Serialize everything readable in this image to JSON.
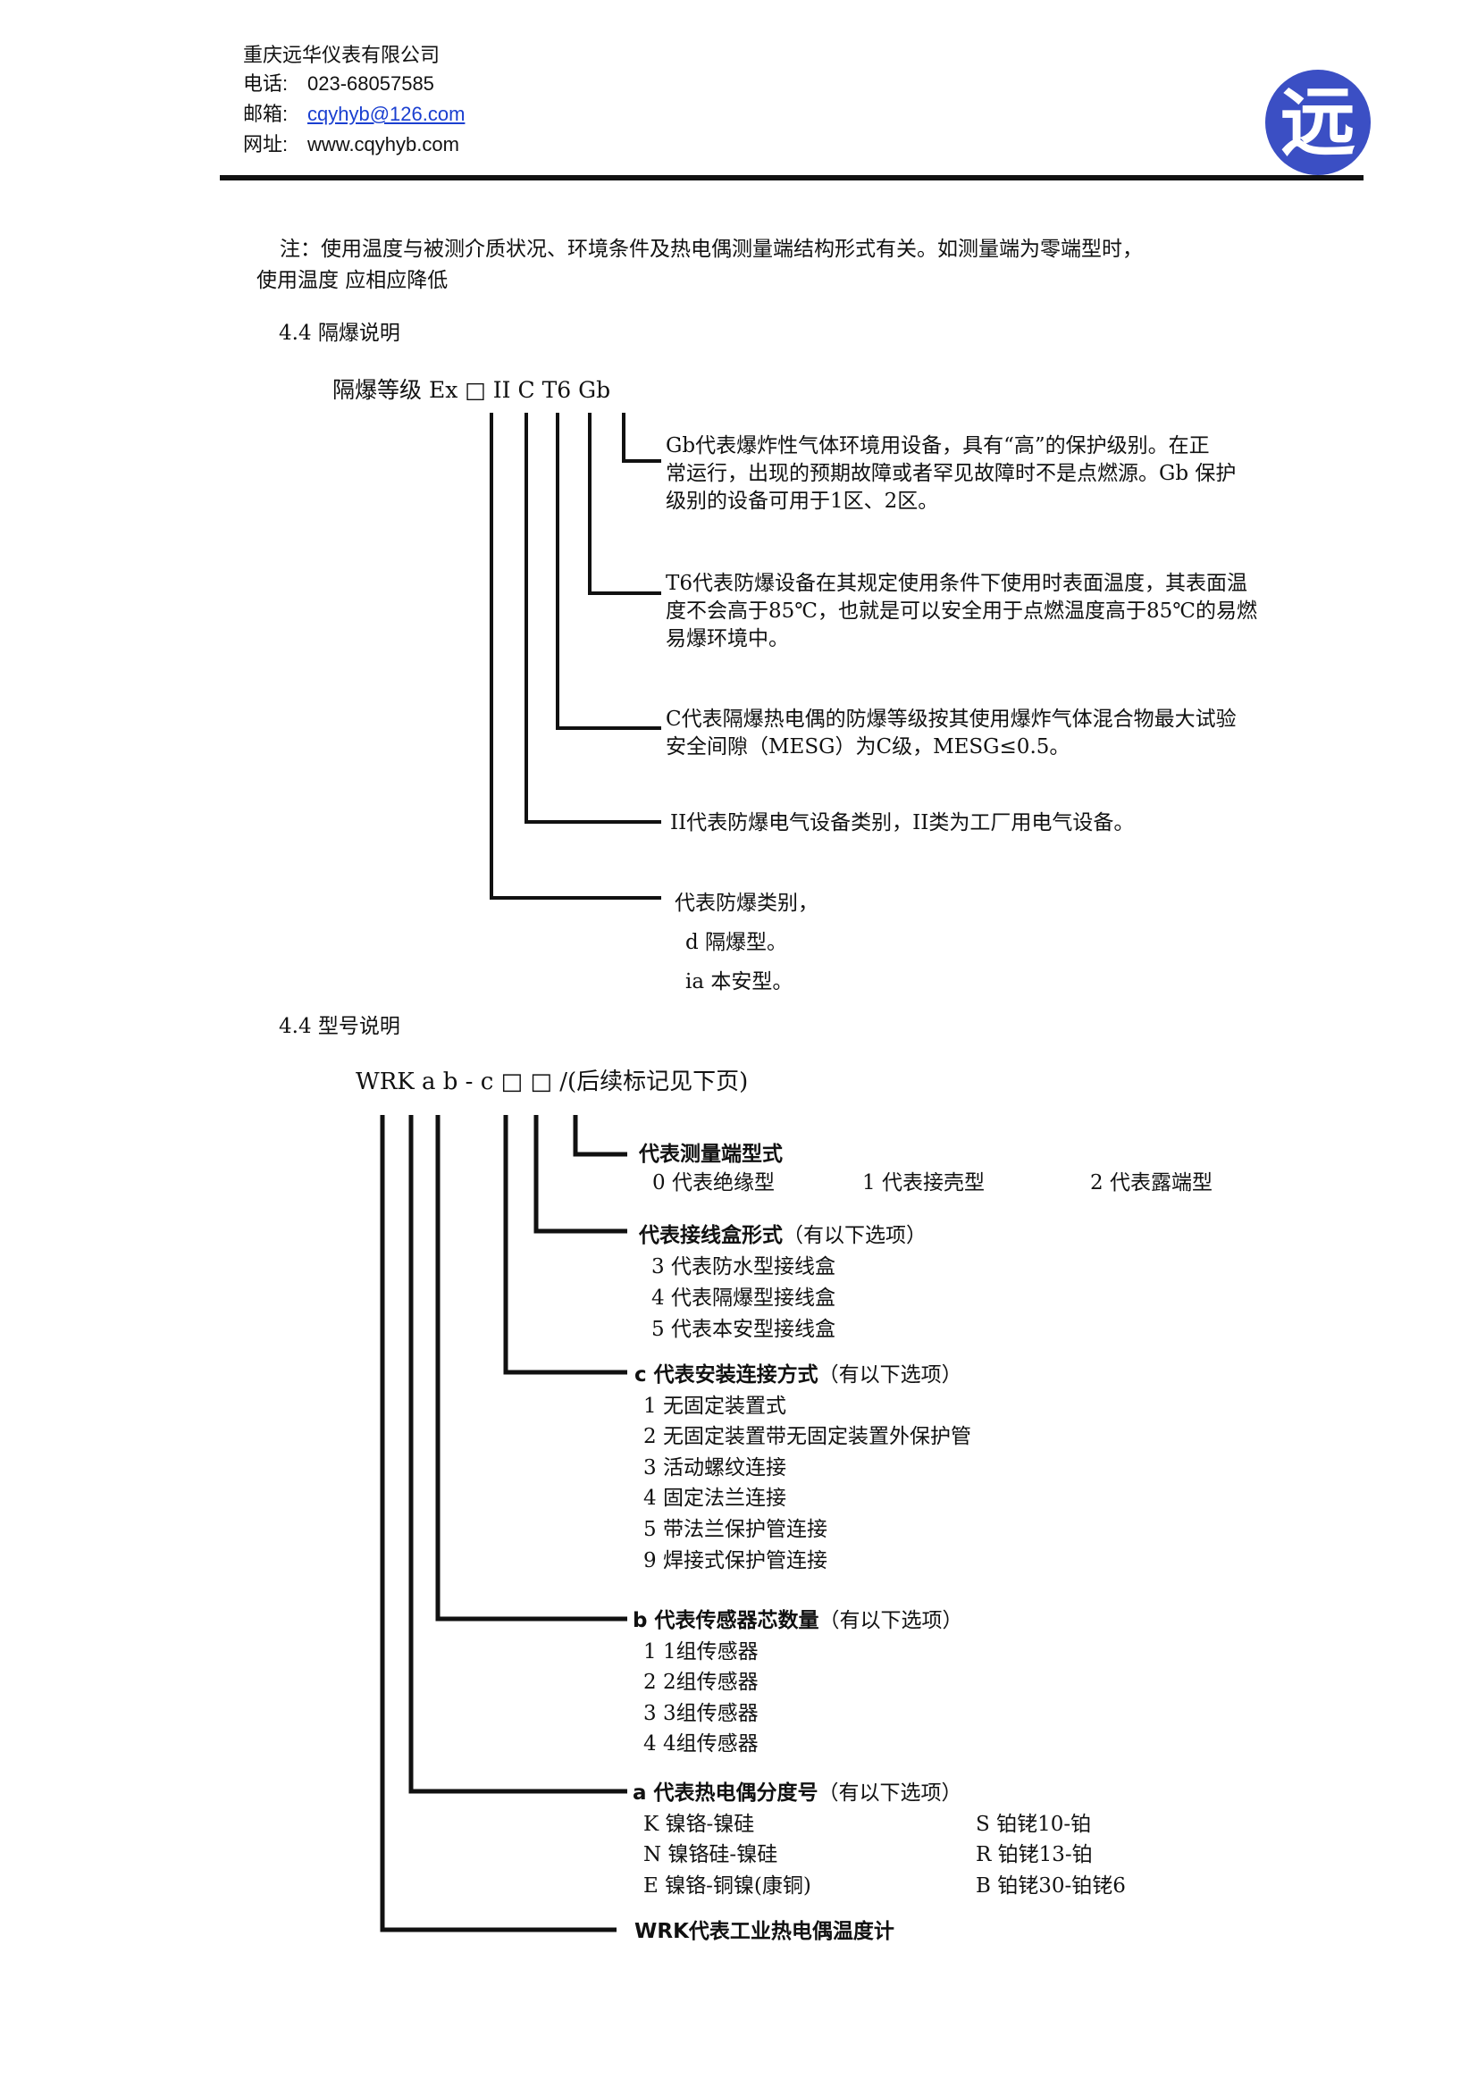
{
  "header": {
    "company": "重庆远华仪表有限公司",
    "phone_label": "电话:",
    "phone": "023-68057585",
    "email_label": "邮箱:",
    "email": "cqyhyb@126.com",
    "web_label": "网址:",
    "web": "www.cqyhyb.com",
    "logo_char": "远"
  },
  "note": {
    "line1": "注：使用温度与被测介质状况、环境条件及热电偶测量端结构形式有关。如测量端为零端型时，",
    "line2": "使用温度 应相应降低"
  },
  "explosion": {
    "heading": "4.4  隔爆说明",
    "formula": "隔爆等级 Ex □ II C T6 Gb",
    "gb": [
      "Gb代表爆炸性气体环境用设备，具有“高”的保护级别。在正",
      "常运行，出现的预期故障或者罕见故障时不是点燃源。Gb 保护",
      "级别的设备可用于1区、2区。"
    ],
    "t6": [
      "T6代表防爆设备在其规定使用条件下使用时表面温度，其表面温",
      "度不会高于85℃，也就是可以安全用于点燃温度高于85℃的易燃",
      "易爆环境中。"
    ],
    "c": [
      "C代表隔爆热电偶的防爆等级按其使用爆炸气体混合物最大试验",
      "安全间隙（MESG）为C级，MESG≤0.5。"
    ],
    "ii": "II代表防爆电气设备类别，II类为工厂用电气设备。",
    "type": [
      "代表防爆类别，",
      "d  隔爆型。",
      "ia 本安型。"
    ]
  },
  "model": {
    "heading": "4.4  型号说明",
    "formula": "WRK a b - c □ □ /(后续标记见下页)",
    "measure": {
      "title": "代表测量端型式",
      "options": [
        "0 代表绝缘型",
        "1 代表接壳型",
        "2 代表露端型"
      ]
    },
    "junction": {
      "title": "代表接线盒形式",
      "paren": "（有以下选项）",
      "options": [
        "3 代表防水型接线盒",
        "4 代表隔爆型接线盒",
        "5 代表本安型接线盒"
      ]
    },
    "install": {
      "title": "c 代表安装连接方式",
      "paren": "（有以下选项）",
      "options": [
        "1 无固定装置式",
        "2 无固定装置带无固定装置外保护管",
        "3 活动螺纹连接",
        "4 固定法兰连接",
        "5 带法兰保护管连接",
        "9 焊接式保护管连接"
      ]
    },
    "sensors": {
      "title": "b 代表传感器芯数量",
      "paren": "（有以下选项）",
      "options": [
        "1 1组传感器",
        "2 2组传感器",
        "3 3组传感器",
        "4 4组传感器"
      ]
    },
    "graduation": {
      "title": "a 代表热电偶分度号",
      "paren": "（有以下选项）",
      "left": [
        "K 镍铬-镍硅",
        "N 镍铬硅-镍硅",
        "E 镍铬-铜镍(康铜)"
      ],
      "right": [
        "S 铂铑10-铂",
        "R 铂铑13-铂",
        "B 铂铑30-铂铑6"
      ]
    },
    "wrk": "WRK代表工业热电偶温度计"
  }
}
